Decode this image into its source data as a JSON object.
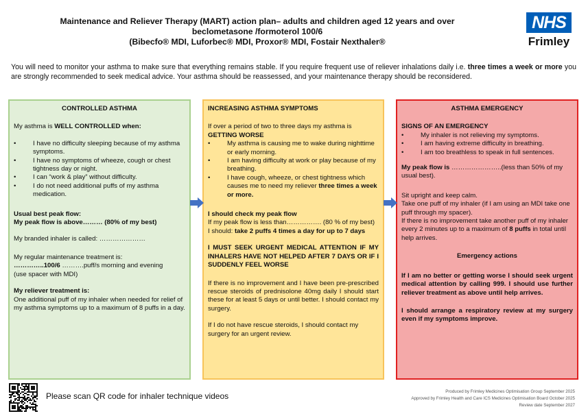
{
  "header": {
    "title_line1": "Maintenance and Reliever Therapy (MART) action plan– adults and children aged 12 years and over",
    "title_line2": "beclometasone /formoterol 100/6",
    "title_line3": "(Bibecfo® MDI, Luforbec® MDI, Proxor® MDI, Fostair Nexthaler®",
    "logo_text": "NHS",
    "org_name": "Frimley"
  },
  "intro": {
    "part1": "You will need to monitor your asthma to make sure that everything remains stable. If you require frequent use of reliever inhalations daily i.e. ",
    "emphasis": "three times a week or more",
    "part2": "  you are strongly recommended to seek medical advice. Your asthma should be reassessed, and your maintenance therapy should be reconsidered."
  },
  "controlled": {
    "heading": "CONTROLLED ASTHMA",
    "lead_plain": "My asthma is ",
    "lead_bold": "WELL CONTROLLED when:",
    "bullets": [
      "I have no difficulty sleeping because of my asthma symptoms.",
      "I have no symptoms of wheeze, cough or chest tightness day or night.",
      "I can “work & play” without difficulty.",
      "I do not need additional puffs of my asthma medication."
    ],
    "peak_label": "Usual best peak flow:",
    "peak_text": "My peak flow is above……… (80% of my best)",
    "branded_inhaler": "My branded inhaler is called: …………………",
    "maintenance_label": "My regular maintenance treatment is:",
    "maintenance_dose": "…………..100/6",
    "maintenance_rest": " ……….puff/s morning and evening",
    "spacer_note": "(use spacer with MDI)",
    "reliever_label": "My reliever treatment is:",
    "reliever_text": "One additional puff of my inhaler when needed for relief of my asthma symptoms up to a maximum of 8 puffs in a day."
  },
  "increasing": {
    "heading": "INCREASING ASTHMA SYMPTOMS",
    "lead_plain": "If over a period of two to three days my asthma is ",
    "lead_bold": "GETTING WORSE",
    "bullets": [
      "My asthma is causing me to wake during nighttime or early morning.",
      "I am having difficulty at work or play because of my breathing.",
      "I have cough, wheeze, or chest tightness which causes me to need my reliever "
    ],
    "bullet3_bold": "three times a week or more.",
    "check_label": "I should check my peak flow",
    "check_text": "If my peak flow is less than……………. (80 % of my best)",
    "should_plain": "I should: ",
    "should_bold": "take 2 puffs 4 times a day for up to 7 days",
    "urgent_text": "I MUST SEEK URGENT MEDICAL ATTENTION IF MY INHALERS HAVE NOT HELPED AFTER 7 DAYS OR IF I SUDDENLY FEEL WORSE",
    "steroids_text": "If there is no improvement and I have been pre-prescribed rescue steroids of  prednisolone 40mg daily I should start these for at least 5 days or until better. I should contact my surgery.",
    "no_steroids_text": "If I do not have rescue steroids, I should contact my surgery for an urgent review."
  },
  "emergency": {
    "heading": "ASTHMA EMERGENCY",
    "signs_label": "SIGNS OF AN EMERGENCY",
    "bullets": [
      "My inhaler is not relieving my symptoms.",
      "I am having extreme difficulty in breathing.",
      "I am too breathless to speak in full sentences."
    ],
    "peak_bold": "My peak flow is",
    "peak_rest": " …………………..(less than 50% of my usual best).",
    "sit_text": "Sit upright and keep calm.",
    "puff_text": "Take one puff of my inhaler (if I am using an MDI take one puff through my spacer).",
    "no_improve_plain": "If there is no improvement take another puff of my inhaler every 2 minutes up to a maximum of ",
    "no_improve_bold": "8 puffs",
    "no_improve_end": " in total until help arrives.",
    "actions_heading": "Emergency actions",
    "actions_text": "If I am no better or getting worse I should seek urgent medical attention by calling 999. I should use further reliever treatment as above until help arrives.",
    "review_text": "I should arrange a respiratory review at my surgery even if my symptoms improve."
  },
  "footer": {
    "qr_text": "Please scan QR code for inhaler technique videos",
    "produced": "Produced by Frimley Medicines Optimisation Group September 2025",
    "approved": "Approved by Frimley Health and Care ICS Medicines Optimisation Board October 2025",
    "review": "Review date September 2027"
  },
  "colors": {
    "nhs_blue": "#005eb8",
    "green_fill": "#e2efd9",
    "amber_fill": "#ffe599",
    "red_fill": "#f4a9a9",
    "arrow": "#4472c4"
  }
}
